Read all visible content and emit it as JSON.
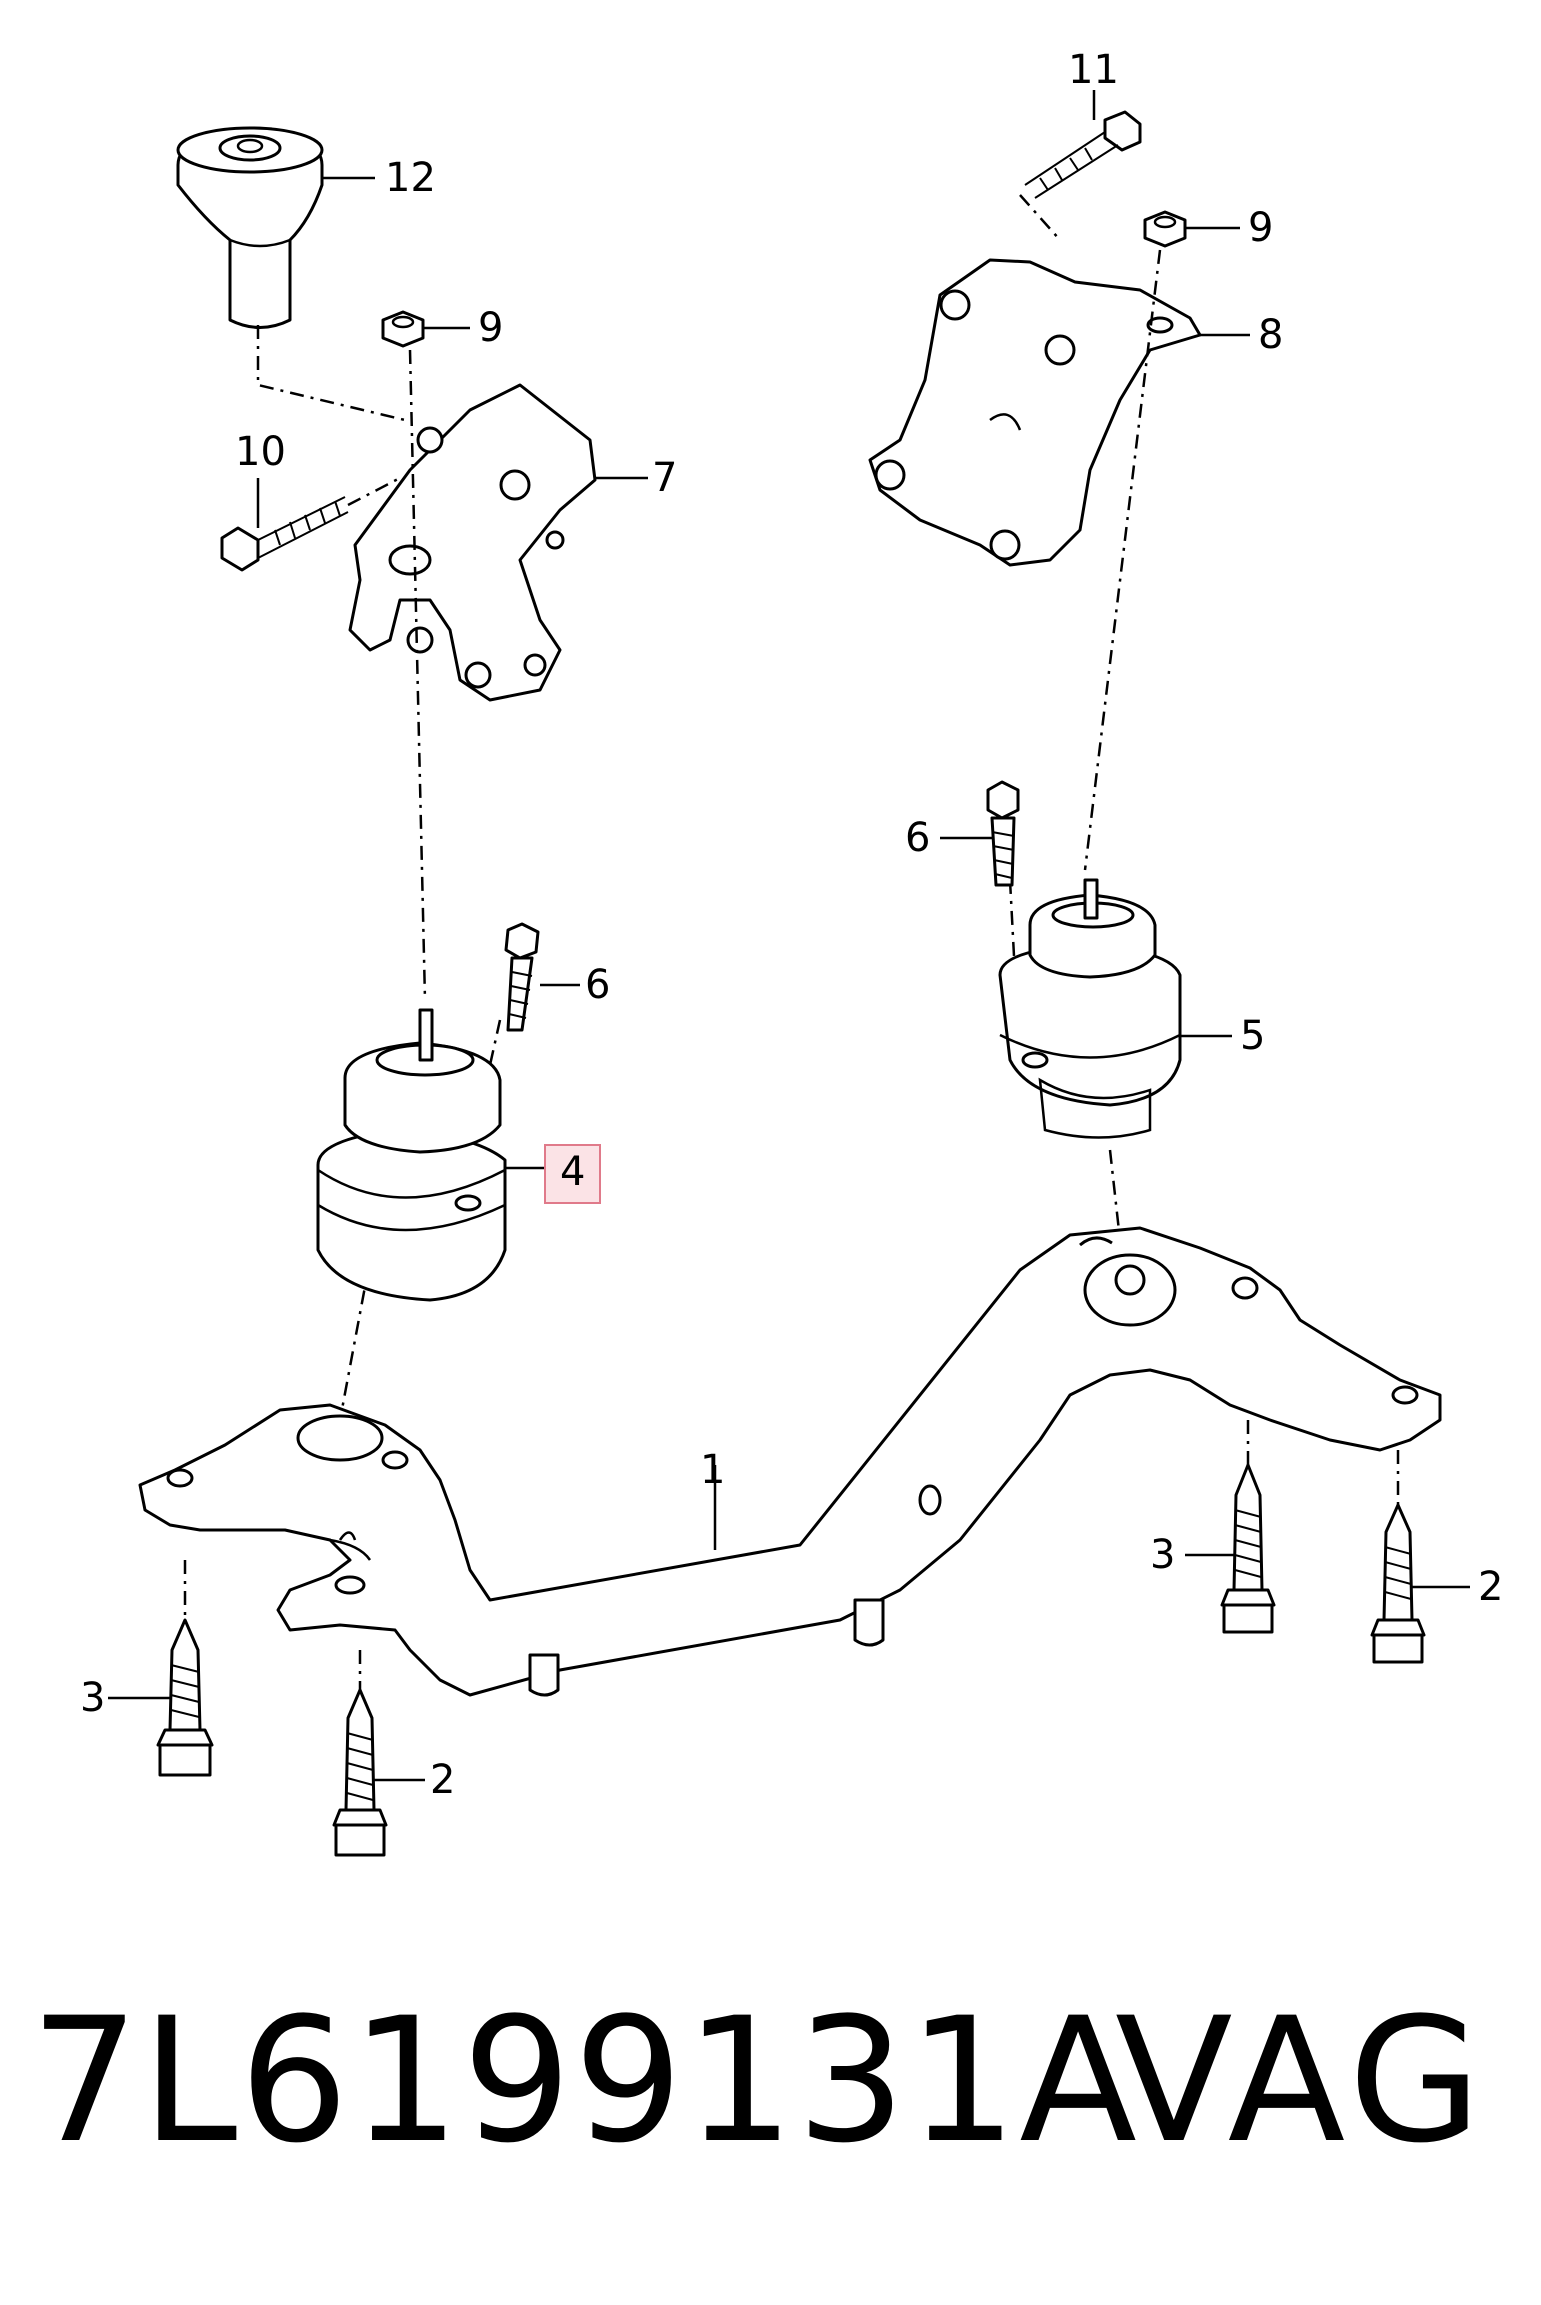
{
  "callouts": {
    "c1": "1",
    "c2a": "2",
    "c2b": "2",
    "c3a": "3",
    "c3b": "3",
    "c4": "4",
    "c5": "5",
    "c6a": "6",
    "c6b": "6",
    "c7": "7",
    "c8": "8",
    "c9a": "9",
    "c9b": "9",
    "c10": "10",
    "c11": "11",
    "c12": "12"
  },
  "highlighted_callout": "4",
  "highlight_color": "#e07a8a",
  "footer": {
    "part_number": "7L6199131A",
    "brand": "VAG"
  }
}
